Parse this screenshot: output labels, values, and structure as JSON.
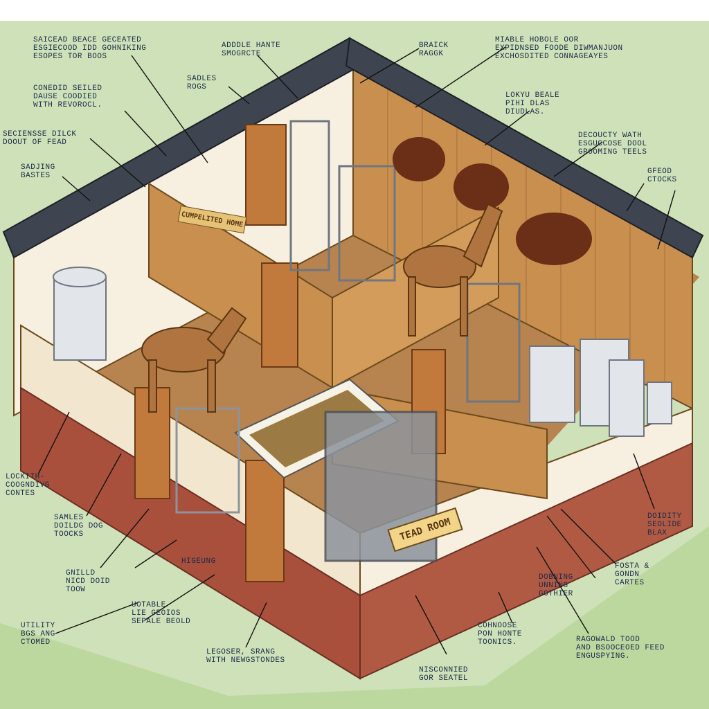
{
  "colors": {
    "background": "#cfe1b8",
    "roof": "#3f4550",
    "wall_wood": "#c98f4f",
    "wall_white": "#f7efe0",
    "brick": "#a8503c",
    "floor": "#b7834e",
    "label_ink": "#1c2a4a",
    "leader_line": "#111111"
  },
  "signs": {
    "tack_room": "TEAD ROOM",
    "wall_sign": "CUMPELITED HOME"
  },
  "labels": [
    {
      "id": "tl-1",
      "text": "SAICEAD BEACE GECEATED\nESGIECOOD IDD GOHNIKING\nESOPES TOR BOOS"
    },
    {
      "id": "tl-2",
      "text": "ADDDLE HANTE\nSMOGRCTE"
    },
    {
      "id": "tl-3",
      "text": "SADLES\nROGS"
    },
    {
      "id": "tl-4",
      "text": "BRAICK\nRAGGK"
    },
    {
      "id": "tl-5",
      "text": "MIABLE HOBOLE OOR\nEXPIDNSED FOODE DIWMANJUON\nEXCHOSDITED CONNAGEAYES"
    },
    {
      "id": "l-1",
      "text": "CONEDID SEILED\nDAUSE COODIED\nWITH REVOROCL."
    },
    {
      "id": "l-2",
      "text": "LOKYU BEALE\nPIHI DLAS\nDIUDLAS."
    },
    {
      "id": "l-3",
      "text": "SECIENSSE DILCK\nDOOUT OF FEAD"
    },
    {
      "id": "l-4",
      "text": "SADJING\nBASTES"
    },
    {
      "id": "r-1",
      "text": "DECOUCTY WATH\nESGUCCOSE DOOL\nGROOMING TEELS"
    },
    {
      "id": "r-2",
      "text": "GFEOD\nCTOCKS"
    },
    {
      "id": "bl-1",
      "text": "LOCKITH-\nCOOGNDIVG\nCONTES"
    },
    {
      "id": "bl-2",
      "text": "SAMLES\nDOILDG DOG\nTOOCKS"
    },
    {
      "id": "bl-3",
      "text": "GNILLD\nNICD DOID\nTOOW"
    },
    {
      "id": "bl-4",
      "text": "HIGEUNG"
    },
    {
      "id": "bl-5",
      "text": "UOTABLE\nLIE GEOIOS\nSEPALE BEOLD"
    },
    {
      "id": "bl-6",
      "text": "UTILITY\nBGS ANG\nCTOMED"
    },
    {
      "id": "br-1",
      "text": "DOIDITY\nSEOLIDE\nBLAX"
    },
    {
      "id": "br-2",
      "text": "DOBNING\nUNNING\nGOTHIER"
    },
    {
      "id": "br-3",
      "text": "FOSTA &\nGONDN\nCARTES"
    },
    {
      "id": "b-1",
      "text": "LEGOSER, SRANG\nWITH NEWGSTONDES"
    },
    {
      "id": "b-2",
      "text": "COHNOOSE\nPON HONTE\nTOONICS."
    },
    {
      "id": "b-3",
      "text": "NISCONNIED\nGOR SEATEL"
    },
    {
      "id": "b-4",
      "text": "RAGOWALD TOOD\nAND BSOOCEOED FEED\nENGUSPYING."
    }
  ]
}
